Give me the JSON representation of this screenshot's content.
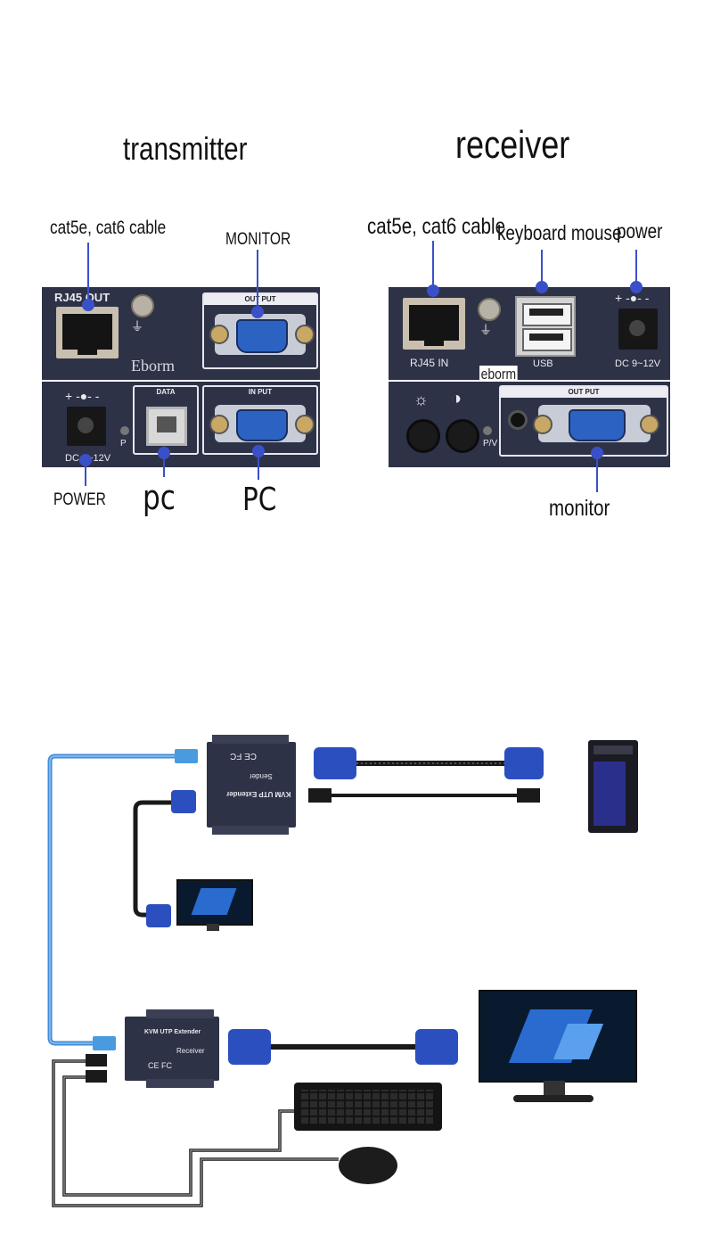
{
  "transmitter": {
    "title": "transmitter",
    "label_cable": "cat5e, cat6 cable",
    "label_monitor": "MONITOR",
    "label_power": "POWER",
    "label_pc1": "pc",
    "label_pc2": "PC",
    "panel_rj45": "RJ45 OUT",
    "panel_output": "OUT PUT",
    "panel_brand": "Eborm",
    "panel_data": "DATA",
    "panel_input": "IN PUT",
    "panel_dc": "DC 9~12V",
    "panel_p": "P",
    "panel_power_symbol": "+ -●- -"
  },
  "receiver": {
    "title": "receiver",
    "label_cable": "cat5e, cat6 cable",
    "label_keyboard": "keyboard mouse",
    "label_power": "power",
    "label_monitor": "monitor",
    "panel_rj45": "RJ45 IN",
    "panel_usb": "USB",
    "panel_dc": "DC 9~12V",
    "panel_brand": "eborm",
    "panel_output": "OUT PUT",
    "panel_pv": "P/V",
    "panel_power_symbol": "+ -●- -"
  },
  "wiring": {
    "sender_title": "KVM UTP Extender",
    "sender_subtitle": "Sender",
    "receiver_title": "KVM UTP Extender",
    "receiver_subtitle": "Receiver",
    "ce_mark": "CE FC"
  },
  "colors": {
    "panel": "#2e3247",
    "marker": "#3a50c8",
    "cable_blue": "#3f8bd8",
    "vga_blue": "#2c4fc0"
  }
}
